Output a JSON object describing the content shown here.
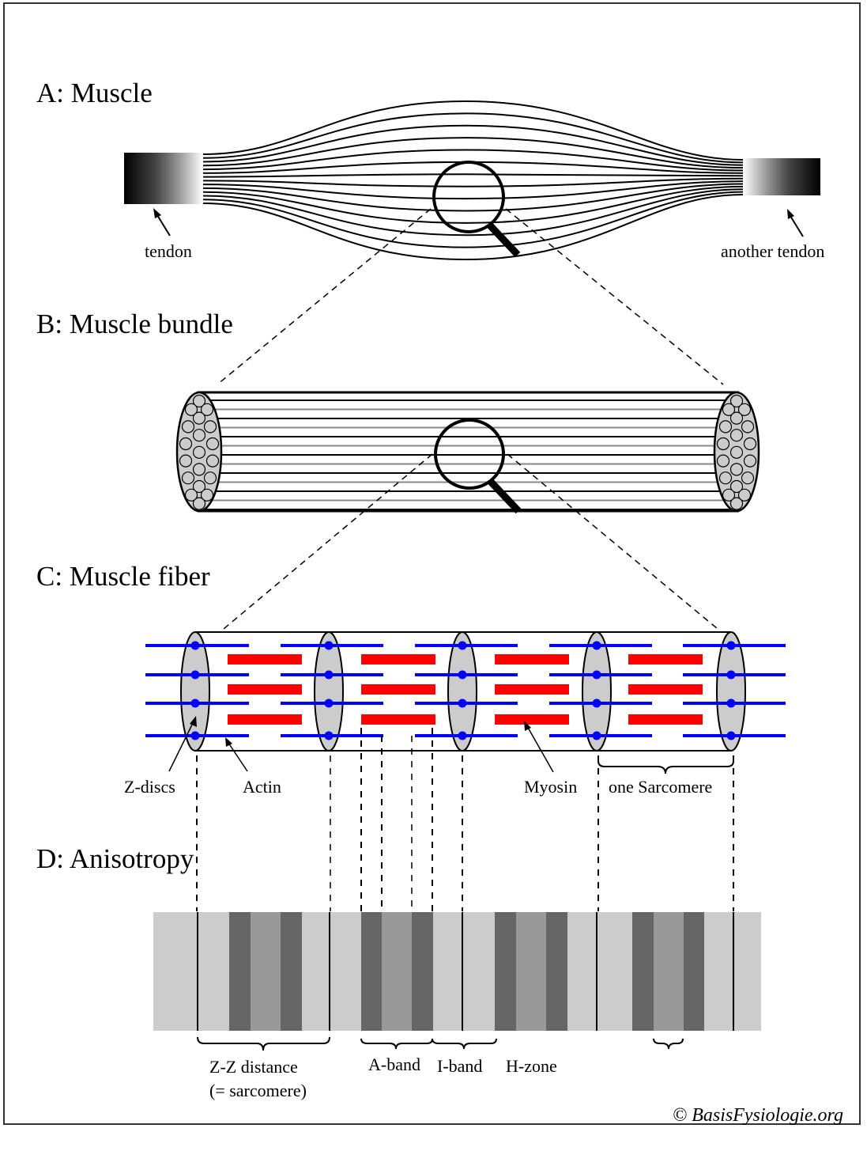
{
  "sections": {
    "a": {
      "title": "A: Muscle",
      "labels": {
        "tendon_left": "tendon",
        "tendon_right": "another tendon"
      }
    },
    "b": {
      "title": "B: Muscle bundle"
    },
    "c": {
      "title": "C: Muscle fiber",
      "labels": {
        "z_discs": "Z-discs",
        "actin": "Actin",
        "myosin": "Myosin",
        "sarcomere": "one Sarcomere"
      }
    },
    "d": {
      "title": "D: Anisotropy",
      "labels": {
        "zz_line1": "Z-Z distance",
        "zz_line2": "(= sarcomere)",
        "a_band": "A-band",
        "i_band": "I-band",
        "h_zone": "H-zone"
      }
    }
  },
  "copyright": "© BasisFysiologie.org",
  "colors": {
    "actin": "#0000ff",
    "myosin": "#ff0000",
    "z_disc": "#cccccc",
    "band_light": "#cccccc",
    "band_dark": "#666666",
    "band_mid": "#999999"
  }
}
